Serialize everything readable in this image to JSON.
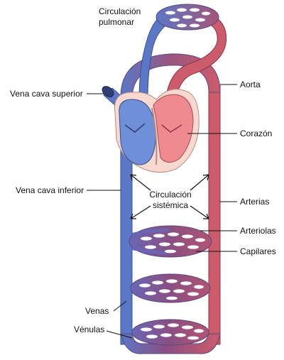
{
  "labels": {
    "pulmonary_line1": "Circulación",
    "pulmonary_line2": "pulmonar",
    "vena_cava_superior": "Vena cava superior",
    "aorta": "Aorta",
    "corazon": "Corazón",
    "vena_cava_inferior": "Vena cava inferior",
    "systemic_line1": "Circulación",
    "systemic_line2": "sistémica",
    "arterias": "Arterias",
    "arteriolas": "Arteriolas",
    "capilares": "Capilares",
    "venas": "Venas",
    "venulas": "Vénulas"
  },
  "colors": {
    "venous": "#5b77c7",
    "arterial": "#cc5b6b",
    "capillary": "#8a4f82",
    "heart_right": "#6f8fd8",
    "heart_left": "#f08a91",
    "heart_wall": "#f7d9cf"
  }
}
